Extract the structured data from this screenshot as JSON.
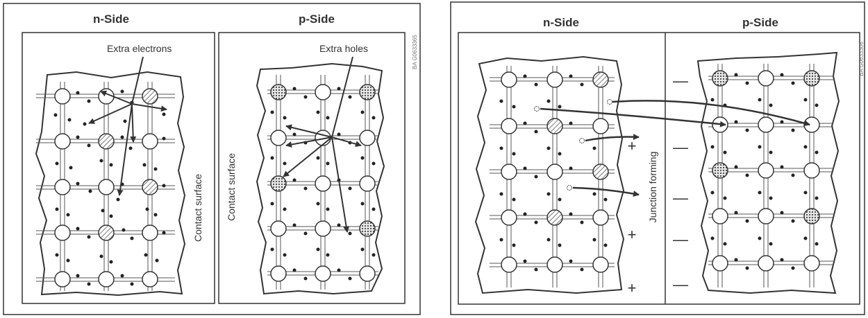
{
  "left_figure": {
    "n_title": "n-Side",
    "p_title": "p-Side",
    "n_annotation": "Extra electrons",
    "p_annotation": "Extra holes",
    "n_contact": "Contact surface",
    "p_contact": "Contact surface",
    "code": "BA G0633365"
  },
  "right_figure": {
    "n_title": "n-Side",
    "p_title": "p-Side",
    "junction_label": "Junction forming",
    "plus_sign": "+",
    "minus_sign": "—",
    "code": "BA G0633306"
  },
  "legend_shapes": {
    "silicon_atom": "open-circle",
    "donor_atom": "cross-hatched-circle",
    "acceptor_atom": "dotted-circle",
    "free_electron": "black-dot"
  }
}
